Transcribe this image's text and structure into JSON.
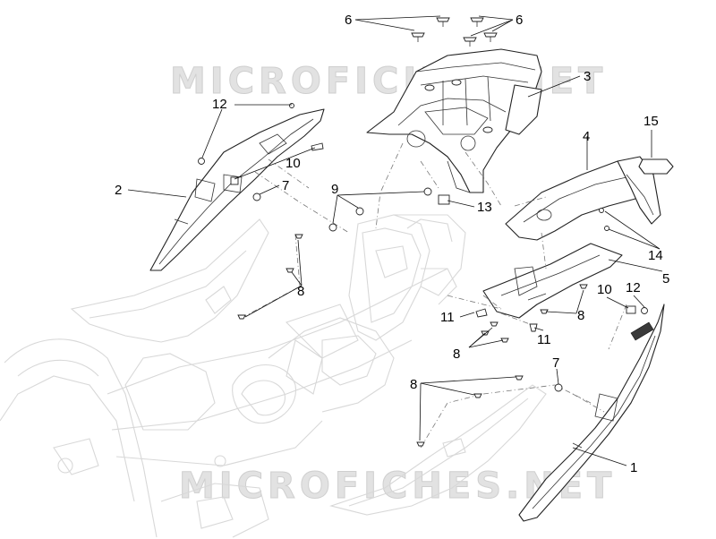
{
  "watermark": {
    "top": "MICROFICHES.NET",
    "bottom": "MICROFICHES.NET"
  },
  "callouts": {
    "c1": "1",
    "c2": "2",
    "c3": "3",
    "c4": "4",
    "c5": "5",
    "c6_left": "6",
    "c6_right": "6",
    "c7_left": "7",
    "c7_right": "7",
    "c8_left": "8",
    "c8_center": "8",
    "c8_right": "8",
    "c8_lower": "8",
    "c9": "9",
    "c10_left": "10",
    "c10_right": "10",
    "c11_left": "11",
    "c11_right": "11",
    "c12_left": "12",
    "c12_right": "12",
    "c13": "13",
    "c14": "14",
    "c15": "15"
  }
}
